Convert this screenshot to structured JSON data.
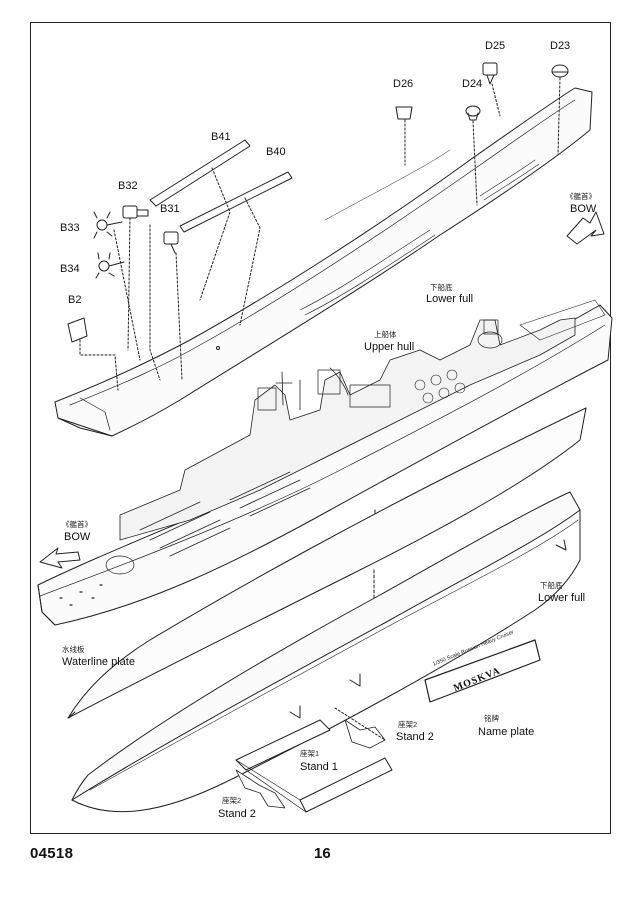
{
  "parts": {
    "d25": "D25",
    "d23": "D23",
    "d26": "D26",
    "d24": "D24",
    "b41": "B41",
    "b40": "B40",
    "b32": "B32",
    "b31": "B31",
    "b33": "B33",
    "b34": "B34",
    "b2": "B2"
  },
  "labels": {
    "bow_top_cn": "《艦首》",
    "bow_top": "BOW",
    "lower_hull_top_cn": "下船底",
    "lower_hull_top": "Lower full",
    "upper_hull_cn": "上船体",
    "upper_hull": "Upper hull",
    "bow_left_cn": "《艦首》",
    "bow_left": "BOW",
    "lower_hull_right_cn": "下船底",
    "lower_hull_right": "Lower full",
    "waterline_cn": "水线板",
    "waterline": "Waterline plate",
    "stand2_right_cn": "座架2",
    "stand2_right": "Stand 2",
    "stand1_cn": "座架1",
    "stand1": "Stand 1",
    "stand2_left_cn": "座架2",
    "stand2_left": "Stand 2",
    "nameplate_cn": "铭牌",
    "nameplate": "Name plate"
  },
  "name_plate": {
    "subtitle": "1/350 Scale Russian Heavy Cruiser",
    "ship_name": "MOSKVA"
  },
  "footer": {
    "code": "04518",
    "page": "16"
  }
}
